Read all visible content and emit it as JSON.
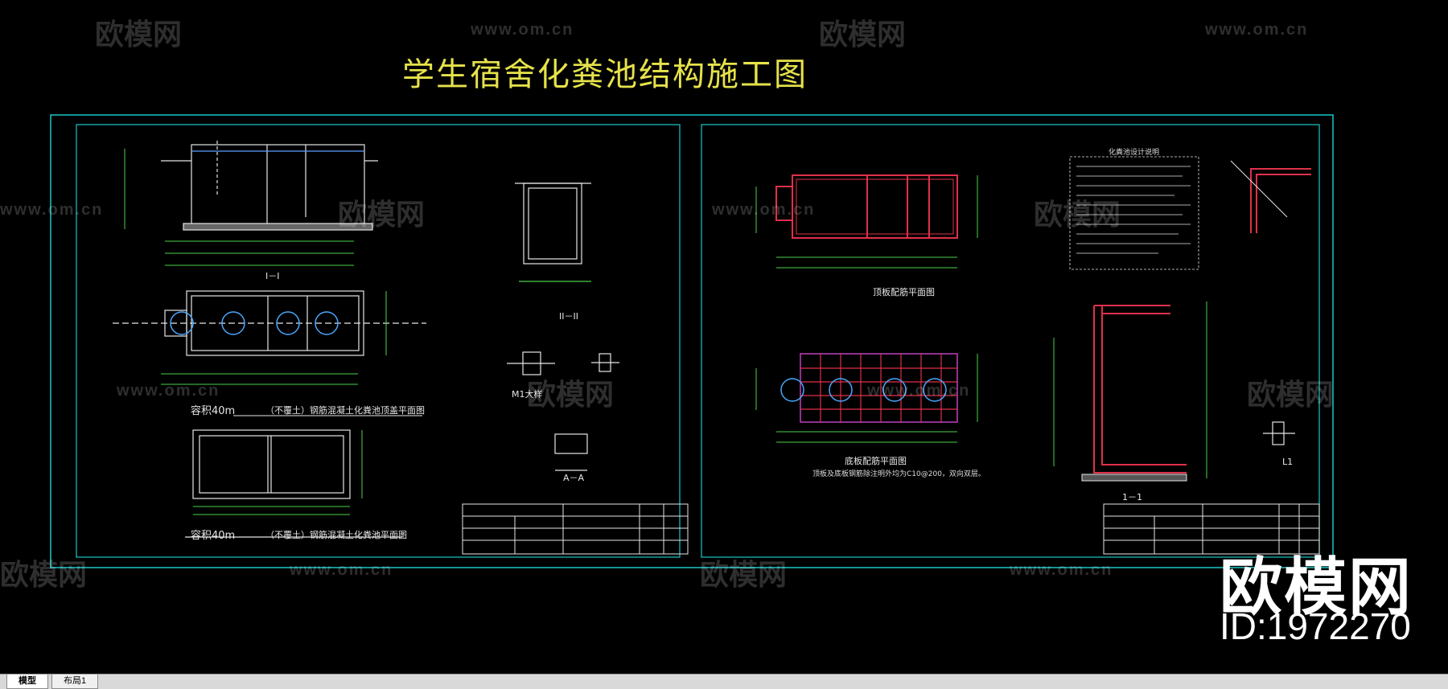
{
  "drawing": {
    "title": "学生宿舍化粪池结构施工图",
    "sheet1_captions": {
      "section_1": "I－I",
      "section_2": "II－II",
      "section_a": "A－A",
      "m1": "M1大样",
      "plan_covered_volume": "容积40m",
      "plan_covered_desc": "（不覆土）钢筋混凝土化粪池顶盖平面图",
      "plan_uncovered_volume": "容积40m",
      "plan_uncovered_desc": "（不覆土）钢筋混凝土化粪池平面图"
    },
    "sheet2_captions": {
      "bottom_plan": "顶板配筋平面图",
      "base_plan": "底板配筋平面图",
      "base_note": "顶板及底板钢筋除注明外均为C10@200，双向双层。",
      "notes_title": "化粪池设计说明",
      "section_1": "1－1",
      "l1": "L1"
    }
  },
  "watermarks": {
    "brand": "欧模网",
    "url": "www.om.cn"
  },
  "logo": {
    "text": "欧模网",
    "id": "ID:1972270"
  },
  "tabs": [
    {
      "label": "模型",
      "active": true
    },
    {
      "label": "布局1",
      "active": false
    }
  ],
  "colors": {
    "background": "#000000",
    "frame": "#19c8c8",
    "title": "#e6e24a",
    "dimension": "#4ad24a",
    "rebar": "#e0304a",
    "hatch": "#c040c0"
  }
}
